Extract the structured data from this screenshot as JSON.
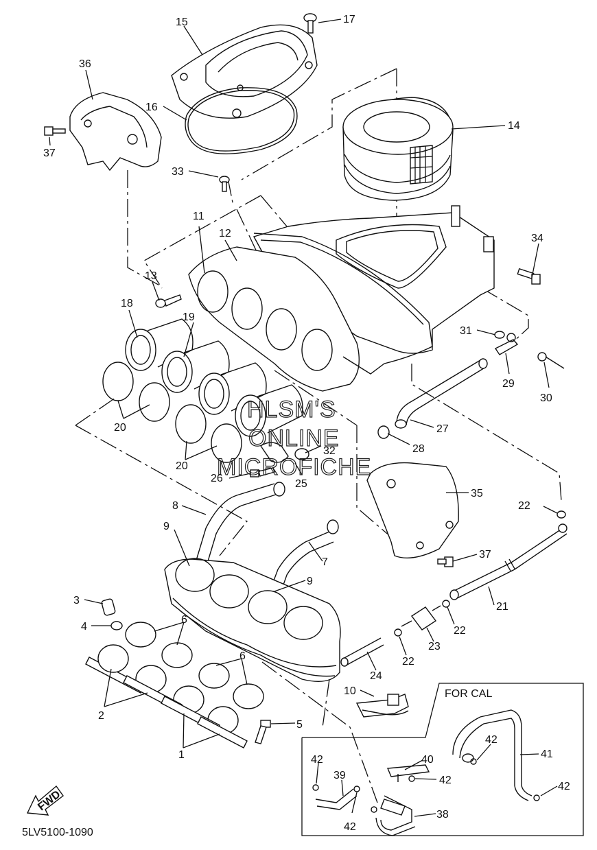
{
  "diagram": {
    "code": "5LV5100-1090",
    "direction_label": "FWD",
    "cal_box_title": "FOR CAL",
    "watermark": [
      "HLSM'S",
      "ONLINE",
      "MICROFICHE"
    ],
    "callouts": [
      {
        "id": "c15",
        "text": "15"
      },
      {
        "id": "c17",
        "text": "17"
      },
      {
        "id": "c36",
        "text": "36"
      },
      {
        "id": "c16",
        "text": "16"
      },
      {
        "id": "c14",
        "text": "14"
      },
      {
        "id": "c37a",
        "text": "37"
      },
      {
        "id": "c33",
        "text": "33"
      },
      {
        "id": "c34",
        "text": "34"
      },
      {
        "id": "c11",
        "text": "11"
      },
      {
        "id": "c12",
        "text": "12"
      },
      {
        "id": "c13",
        "text": "13"
      },
      {
        "id": "c18",
        "text": "18"
      },
      {
        "id": "c19",
        "text": "19"
      },
      {
        "id": "c31",
        "text": "31"
      },
      {
        "id": "c29",
        "text": "29"
      },
      {
        "id": "c30",
        "text": "30"
      },
      {
        "id": "c20a",
        "text": "20"
      },
      {
        "id": "c27",
        "text": "27"
      },
      {
        "id": "c28",
        "text": "28"
      },
      {
        "id": "c32",
        "text": "32"
      },
      {
        "id": "c20b",
        "text": "20"
      },
      {
        "id": "c26",
        "text": "26"
      },
      {
        "id": "c25",
        "text": "25"
      },
      {
        "id": "c35",
        "text": "35"
      },
      {
        "id": "c8",
        "text": "8"
      },
      {
        "id": "c22a",
        "text": "22"
      },
      {
        "id": "c9a",
        "text": "9"
      },
      {
        "id": "c7",
        "text": "7"
      },
      {
        "id": "c37b",
        "text": "37"
      },
      {
        "id": "c9b",
        "text": "9"
      },
      {
        "id": "c3",
        "text": "3"
      },
      {
        "id": "c21",
        "text": "21"
      },
      {
        "id": "c4",
        "text": "4"
      },
      {
        "id": "c6a",
        "text": "6"
      },
      {
        "id": "c22b",
        "text": "22"
      },
      {
        "id": "c23",
        "text": "23"
      },
      {
        "id": "c6b",
        "text": "6"
      },
      {
        "id": "c22c",
        "text": "22"
      },
      {
        "id": "c24",
        "text": "24"
      },
      {
        "id": "c10",
        "text": "10"
      },
      {
        "id": "c2",
        "text": "2"
      },
      {
        "id": "c5",
        "text": "5"
      },
      {
        "id": "c1",
        "text": "1"
      },
      {
        "id": "c42a",
        "text": "42"
      },
      {
        "id": "c41",
        "text": "41"
      },
      {
        "id": "c42b",
        "text": "42"
      },
      {
        "id": "c40",
        "text": "40"
      },
      {
        "id": "c39",
        "text": "39"
      },
      {
        "id": "c42c",
        "text": "42"
      },
      {
        "id": "c42d",
        "text": "42"
      },
      {
        "id": "c38",
        "text": "38"
      },
      {
        "id": "c42e",
        "text": "42"
      }
    ]
  }
}
